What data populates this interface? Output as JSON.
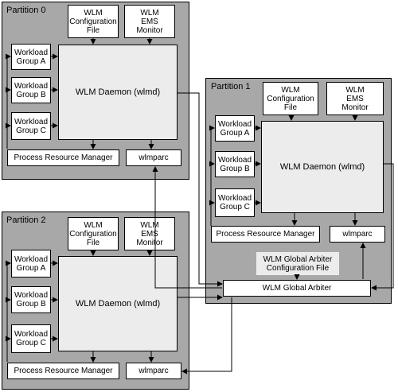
{
  "partitions": [
    {
      "title": "Partition 0",
      "config": "WLM\nConfiguration\nFile",
      "ems": "WLM\nEMS\nMonitor",
      "groups": [
        "Workload\nGroup A",
        "Workload\nGroup B",
        "Workload\nGroup C"
      ],
      "daemon": "WLM Daemon (wlmd)",
      "prm": "Process Resource Manager",
      "wlmparc": "wlmparc"
    },
    {
      "title": "Partition 1",
      "config": "WLM\nConfiguration\nFile",
      "ems": "WLM\nEMS\nMonitor",
      "groups": [
        "Workload\nGroup A",
        "Workload\nGroup B",
        "Workload\nGroup C"
      ],
      "daemon": "WLM Daemon (wlmd)",
      "prm": "Process Resource Manager",
      "wlmparc": "wlmparc",
      "arbiter_config": "WLM Global Arbiter\nConfiguration File",
      "arbiter": "WLM Global Arbiter"
    },
    {
      "title": "Partition 2",
      "config": "WLM\nConfiguration\nFile",
      "ems": "WLM\nEMS\nMonitor",
      "groups": [
        "Workload\nGroup A",
        "Workload\nGroup B",
        "Workload\nGroup C"
      ],
      "daemon": "WLM Daemon (wlmd)",
      "prm": "Process Resource Manager",
      "wlmparc": "wlmparc"
    }
  ]
}
